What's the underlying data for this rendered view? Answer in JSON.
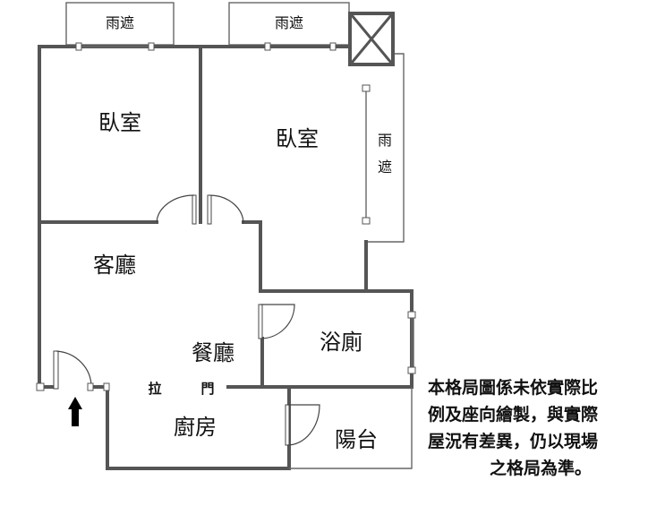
{
  "rooms": {
    "canopy_top_left": "雨遮",
    "canopy_top_right": "雨遮",
    "canopy_side": "雨遮",
    "bedroom_left": "臥室",
    "bedroom_right": "臥室",
    "living_room": "客廳",
    "dining_room": "餐廳",
    "bathroom": "浴廁",
    "kitchen": "廚房",
    "balcony": "陽台",
    "sliding_door_left": "拉",
    "sliding_door_right": "門"
  },
  "note": {
    "line1": "本格局圖係未依實際比",
    "line2": "例及座向繪製，與實際",
    "line3": "屋況有差異，仍以現場",
    "line4": "之格局為準。"
  },
  "colors": {
    "wall": "#555555",
    "text": "#111111",
    "entrance_arrow": "#000000"
  },
  "icons": {
    "entrance": "up-arrow-icon",
    "duct": "crossed-box-icon"
  }
}
